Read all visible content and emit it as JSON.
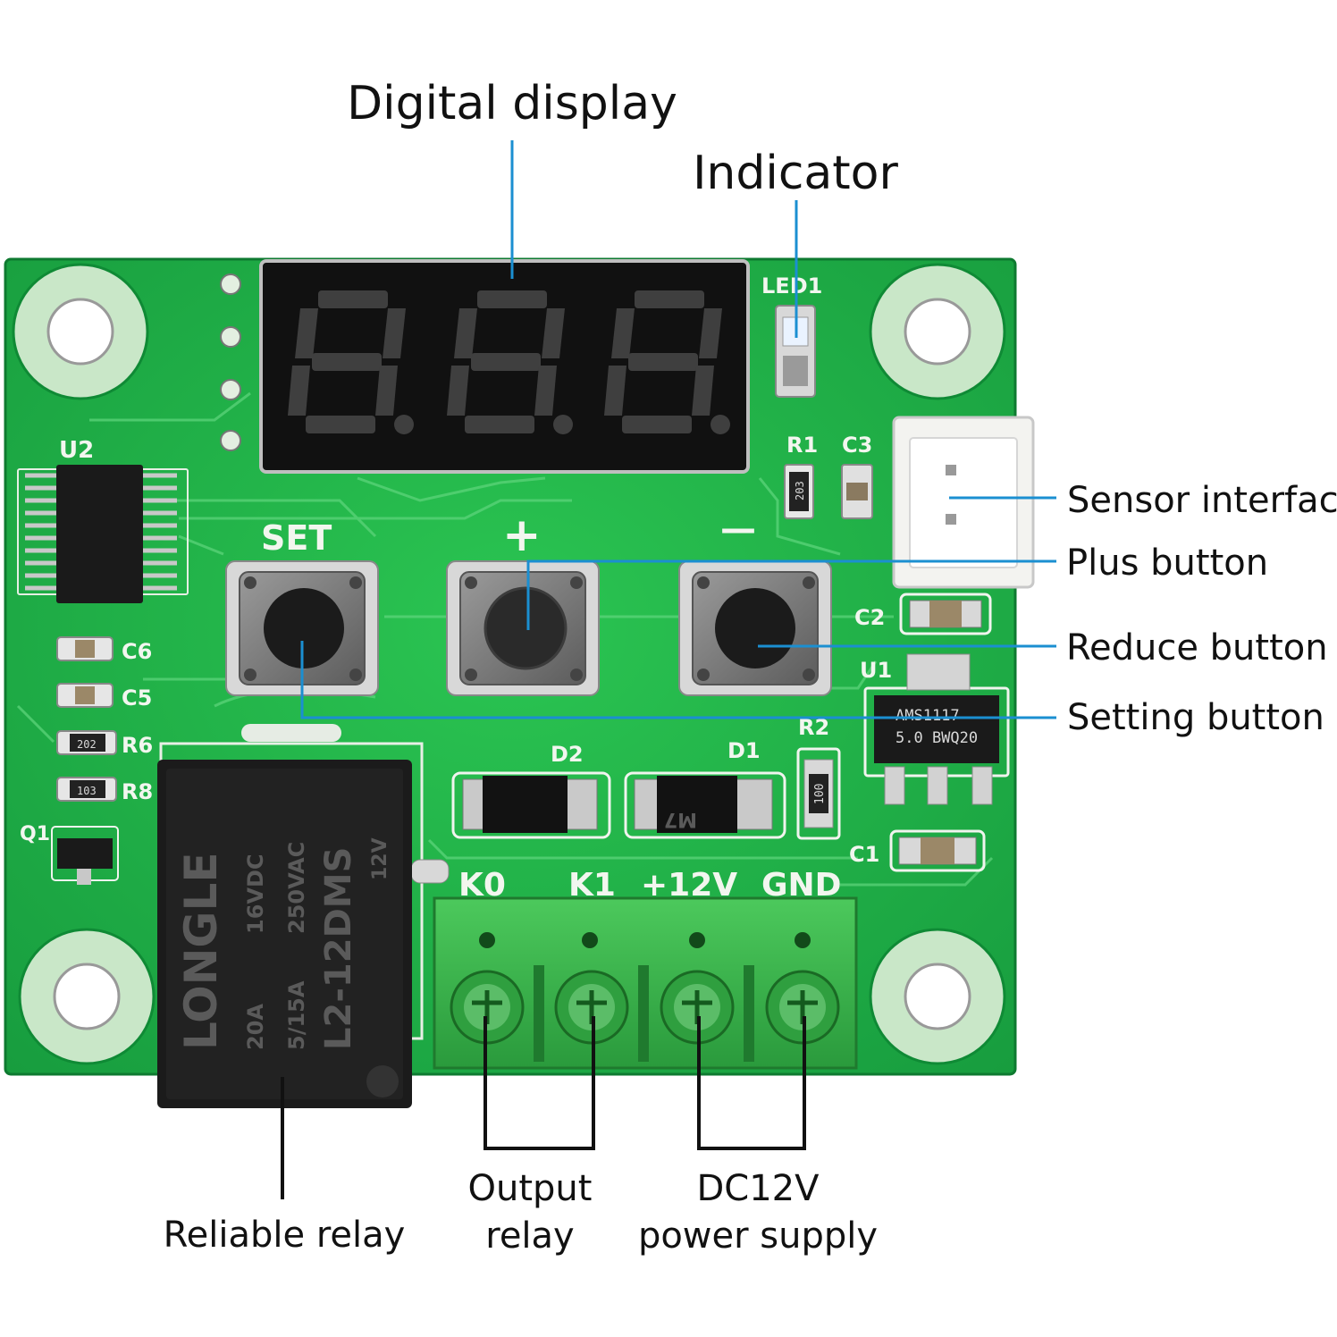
{
  "callouts": {
    "digital_display": "Digital display",
    "indicator": "Indicator",
    "sensor_interface": "Sensor interface",
    "plus_button": "Plus button",
    "reduce_button": "Reduce button",
    "setting_button": "Setting button",
    "reliable_relay": "Reliable relay",
    "output_relay_line1": "Output",
    "output_relay_line2": "relay",
    "dc12v_line1": "DC12V",
    "dc12v_line2": "power supply"
  },
  "board": {
    "button_labels": {
      "set": "SET",
      "plus": "+",
      "minus": "—"
    },
    "components": {
      "u2": "U2",
      "led1": "LED1",
      "r1": "R1",
      "r1_code": "203",
      "c3": "C3",
      "c2": "C2",
      "u1": "U1",
      "u1_line1": "AMS1117",
      "u1_line2": "5.0 BWQ20",
      "r2": "R2",
      "r2_code": "100",
      "d2": "D2",
      "d1": "D1",
      "d1_code": "M7",
      "c1": "C1",
      "c6": "C6",
      "c5": "C5",
      "r6": "R6",
      "r6_code": "202",
      "r8": "R8",
      "r8_code": "103",
      "q1": "Q1"
    },
    "terminals": [
      "K0",
      "K1",
      "+12V",
      "GND"
    ],
    "relay": {
      "brand": "LONGLE",
      "line1": "16VDC",
      "line2": "250VAC",
      "line3": "L2-12DMS",
      "line4": "20A",
      "line5": "5/15A",
      "line6": "12V"
    }
  },
  "colors": {
    "pcb": "#1fb64a",
    "pcb_dark": "#148f38",
    "leader": "#1b8fd1",
    "terminal_block": "#39b54a",
    "display_digit": "#3a3a3a"
  }
}
